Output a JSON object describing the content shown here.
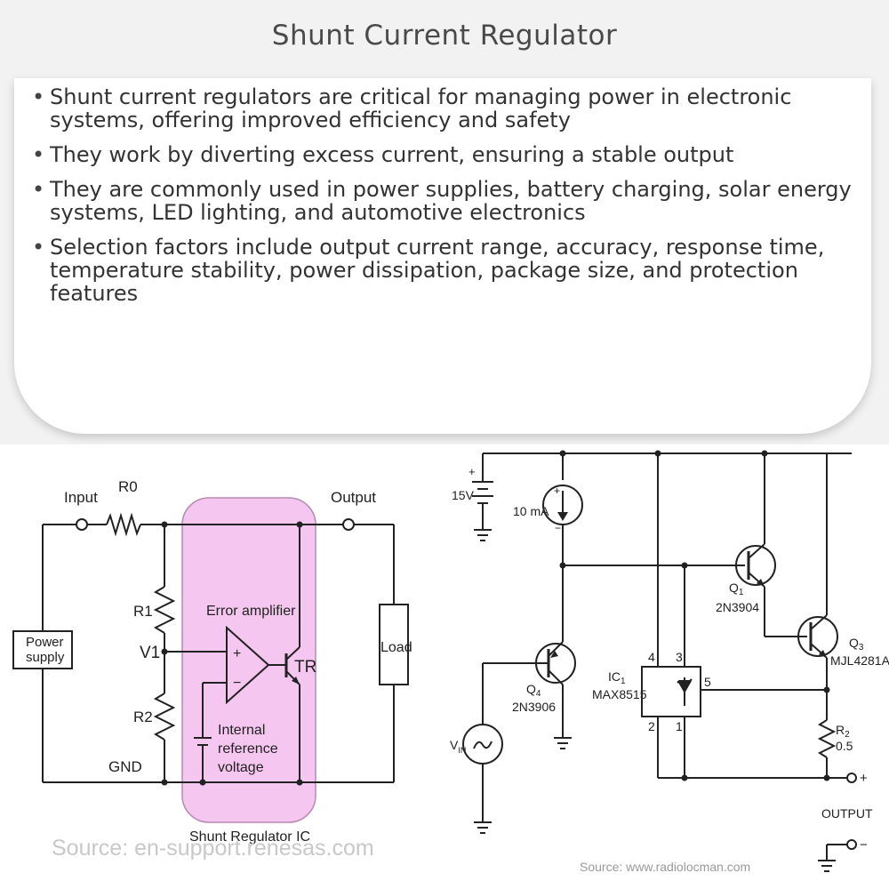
{
  "title": "Shunt Current Regulator",
  "bullets": [
    "Shunt current regulators are critical for managing power in electronic systems, offering improved efficiency and safety",
    "They work by diverting excess current, ensuring a stable output",
    "They are commonly used in power supplies, battery charging, solar energy systems, LED lighting, and automotive electronics",
    "Selection factors include output current range, accuracy, response time, temperature stability, power dissipation, package size, and protection features"
  ],
  "left_diagram": {
    "input": "Input",
    "r0": "R0",
    "output": "Output",
    "r1": "R1",
    "v1": "V1",
    "r2": "R2",
    "gnd": "GND",
    "power_supply_line1": "Power",
    "power_supply_line2": "supply",
    "load": "Load",
    "error_amplifier": "Error amplifier",
    "plus": "+",
    "minus": "−",
    "tr": "TR",
    "ref_line1": "Internal",
    "ref_line2": "reference",
    "ref_line3": "voltage",
    "ic_label": "Shunt Regulator IC",
    "source": "Source: en-support.renesas.com"
  },
  "right_diagram": {
    "battery_v": "15V",
    "current_source": "10 mA",
    "q1": "Q",
    "q1_sub": "1",
    "q1_part": "2N3904",
    "q3": "Q",
    "q3_sub": "3",
    "q3_part": "MJL4281A",
    "q4": "Q",
    "q4_sub": "4",
    "q4_part": "2N3906",
    "ic1": "IC",
    "ic1_sub": "1",
    "ic1_part": "MAX8515",
    "pin4": "4",
    "pin3": "3",
    "pin5": "5",
    "pin2": "2",
    "pin1": "1",
    "r2": "R",
    "r2_sub": "2",
    "r2_value": "0.5",
    "vin": "V",
    "vin_sub": "IN",
    "out_plus": "+",
    "out_minus": "−",
    "output": "OUTPUT",
    "source": "Source: www.radiolocman.com"
  }
}
